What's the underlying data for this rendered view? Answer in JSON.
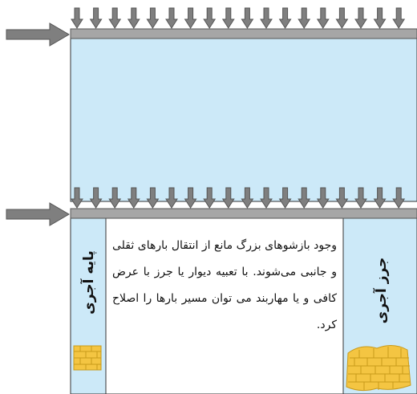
{
  "figure": {
    "pier_label": "پایه آجری",
    "wall_label": "جرز آجری",
    "note_text": "وجود بازشوهای بزرگ مانع از انتقال بارهای ثقلی و جانبی می‌شوند. با تعبیه دیوار یا جرز با عرض کافی و یا مهاربند می توان مسیر بارها را اصلاح کرد."
  },
  "colors": {
    "panel_fill": "#cce9f8",
    "beam_fill": "#a6a6a6",
    "arrow_fill": "#7f7f7f",
    "brick_fill": "#f4c542",
    "outline": "#333333"
  }
}
